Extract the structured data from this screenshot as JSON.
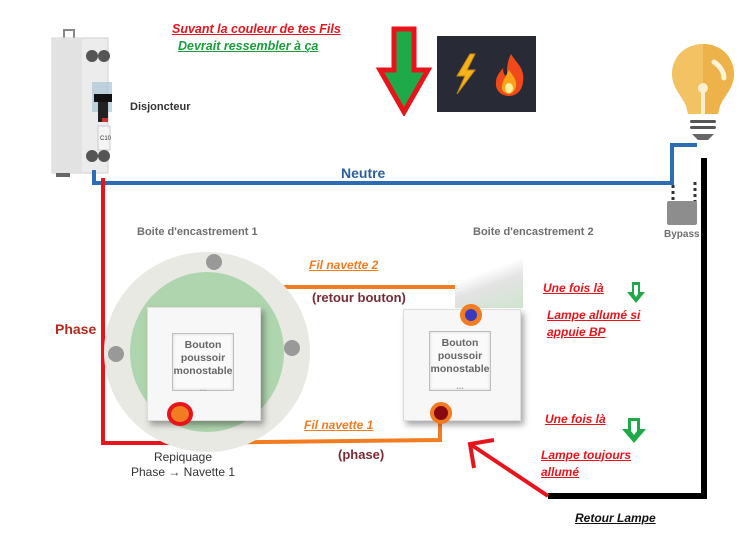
{
  "title": {
    "line1": "Suvant la couleur de tes Fils",
    "line2": "Devrait ressembler à ça"
  },
  "icons": {
    "big_arrow": "green-down-arrow-icon",
    "emoji_bolt": "⚡",
    "emoji_fire": "🔥"
  },
  "components": {
    "breaker": {
      "label": "Disjoncteur",
      "rating": "C10"
    },
    "bulb": {
      "icon": "light-bulb-icon"
    },
    "bypass": {
      "label": "Bypass"
    },
    "box1": {
      "label": "Boite d'encastrement 1",
      "button_lines": [
        "Bouton",
        "poussoir",
        "monostable"
      ],
      "button_dots": "..."
    },
    "box2": {
      "label": "Boite d'encastrement 2",
      "button_lines": [
        "Bouton",
        "poussoir",
        "monostable"
      ],
      "button_dots": "..."
    }
  },
  "wires": {
    "neutre": "Neutre",
    "phase": "Phase",
    "navette2": "Fil navette 2",
    "navette2_sub": "(retour bouton)",
    "navette1": "Fil navette 1",
    "navette1_sub": "(phase)",
    "repiquage_line1": "Repiquage",
    "repiquage_line2": "Phase → Navette 1",
    "retour_lampe": "Retour Lampe"
  },
  "notes": {
    "upper": {
      "line1": "Une fois là",
      "line2": "Lampe allumé si",
      "line3": "appuie BP"
    },
    "lower": {
      "line1": "Une fois là",
      "line2": "Lampe toujours",
      "line3": "allumé"
    }
  },
  "colors": {
    "phase": "#e8141c",
    "neutre": "#2b6cb5",
    "navette": "#f47c20",
    "retour": "#000000",
    "accent_green": "#1faa4a"
  }
}
